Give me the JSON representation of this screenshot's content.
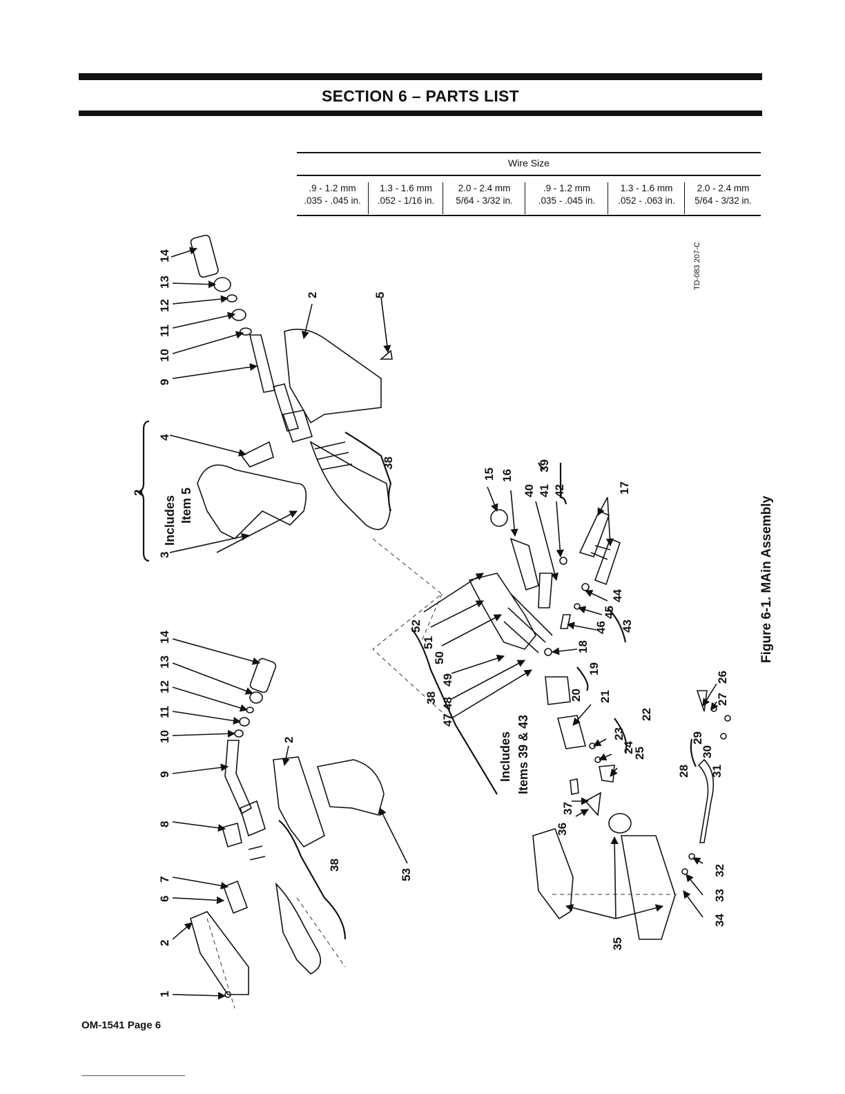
{
  "header": {
    "section_title": "SECTION 6 – PARTS LIST"
  },
  "wire_size_table": {
    "caption": "Wire Size",
    "columns": [
      {
        "metric": ".9 - 1.2 mm",
        "imperial": ".035 - .045 in."
      },
      {
        "metric": "1.3 - 1.6 mm",
        "imperial": ".052 - 1/16 in."
      },
      {
        "metric": "2.0 - 2.4 mm",
        "imperial": "5/64 - 3/32 in."
      },
      {
        "metric": ".9 - 1.2 mm",
        "imperial": ".035 - .045 in."
      },
      {
        "metric": "1.3 - 1.6 mm",
        "imperial": ".052 - .063 in."
      },
      {
        "metric": "2.0 - 2.4 mm",
        "imperial": "5/64 - 3/32 in."
      }
    ]
  },
  "figure": {
    "caption": "Figure 6-1. MAin Assembly",
    "drawing_number": "TD-083 207-C",
    "callouts": {
      "top_gun": [
        "14",
        "13",
        "12",
        "11",
        "10",
        "9",
        "2",
        "5",
        "4",
        "3",
        "38"
      ],
      "top_gun_bracket_note": [
        "Includes",
        "Item 5"
      ],
      "top_gun_bracket_item": "2",
      "bottom_gun": [
        "14",
        "13",
        "12",
        "11",
        "10",
        "9",
        "8",
        "7",
        "6",
        "2",
        "1",
        "2",
        "38",
        "53"
      ],
      "cable_assembly": [
        "15",
        "16",
        "39",
        "40",
        "41",
        "42",
        "17",
        "44",
        "45",
        "46",
        "43",
        "52",
        "51",
        "50",
        "49",
        "48",
        "47",
        "18",
        "19",
        "20",
        "21",
        "22",
        "23",
        "24",
        "25",
        "26",
        "27",
        "28",
        "29",
        "30",
        "31",
        "32",
        "33",
        "34",
        "35",
        "36",
        "37",
        "38"
      ],
      "cable_bracket_note": [
        "Includes",
        "Items 39 & 43"
      ]
    }
  },
  "footer": {
    "page_number": "OM-1541 Page 6"
  }
}
